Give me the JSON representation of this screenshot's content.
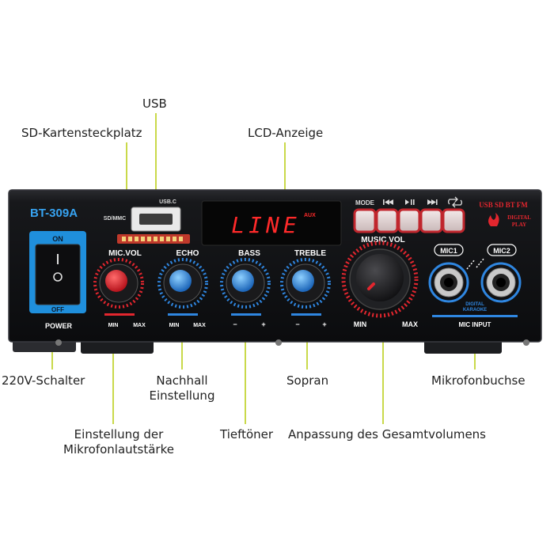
{
  "callouts": {
    "usb": "USB",
    "sd_slot": "SD-Kartensteckplatz",
    "lcd": "LCD-Anzeige",
    "power_switch": "220V-Schalter",
    "echo_line1": "Nachhall",
    "echo_line2": "Einstellung",
    "treble": "Sopran",
    "mic_jack": "Mikrofonbuchse",
    "mic_vol_line1": "Einstellung der",
    "mic_vol_line2": "Mikrofonlautstärke",
    "bass": "Tieftöner",
    "master_vol": "Anpassung des Gesamtvolumens"
  },
  "device": {
    "model": "BT-309A",
    "usb_port_label": "USB.C",
    "sd_label": "SD/MMC",
    "lcd_text": "LINE",
    "lcd_badge": "AUX",
    "power_on": "ON",
    "power_off": "OFF",
    "power_label": "POWER",
    "button_mode": "MODE",
    "knob_mic_vol": "MIC.VOL",
    "knob_echo": "ECHO",
    "knob_bass": "BASS",
    "knob_treble": "TREBLE",
    "knob_music_vol": "MUSIC VOL",
    "min": "MIN",
    "max": "MAX",
    "minus": "−",
    "plus": "+",
    "brand_line1": "USB SD BT FM",
    "brand_line2": "DIGITAL",
    "brand_line3": "PLAY",
    "mic1": "MIC1",
    "mic2": "MIC2",
    "karaoke_line1": "DIGITAL",
    "karaoke_line2": "KARAOKE",
    "mic_input": "MIC INPUT"
  },
  "colors": {
    "accent_line": "#c9d94a",
    "chassis": "#141518",
    "lcd_text": "#ff2a2a",
    "knob_red": "#e3262e",
    "knob_blue": "#2f86e0",
    "power_blue": "#1f8fdc"
  }
}
